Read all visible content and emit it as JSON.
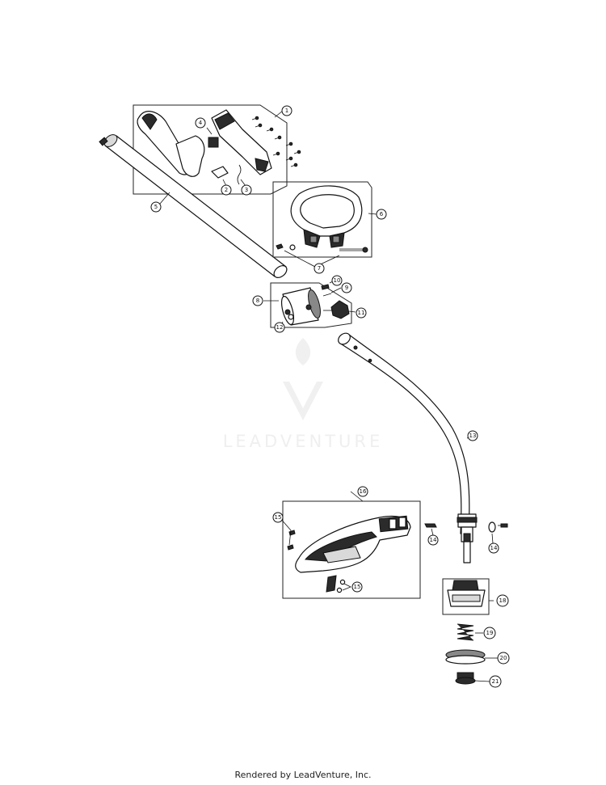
{
  "watermark": {
    "brand": "LEADVENTURE"
  },
  "footer": {
    "text": "Rendered by LeadVenture, Inc."
  },
  "callouts": {
    "c1": "1",
    "c2": "2",
    "c3": "3",
    "c4": "4",
    "c5": "5",
    "c6": "6",
    "c7": "7",
    "c8": "8",
    "c9": "9",
    "c10": "10",
    "c11": "11",
    "c12": "12",
    "c13": "13",
    "c14a": "14",
    "c14b": "14",
    "c15a": "15",
    "c15b": "15",
    "c16": "16",
    "c18": "18",
    "c19": "19",
    "c20": "20",
    "c21": "21"
  }
}
